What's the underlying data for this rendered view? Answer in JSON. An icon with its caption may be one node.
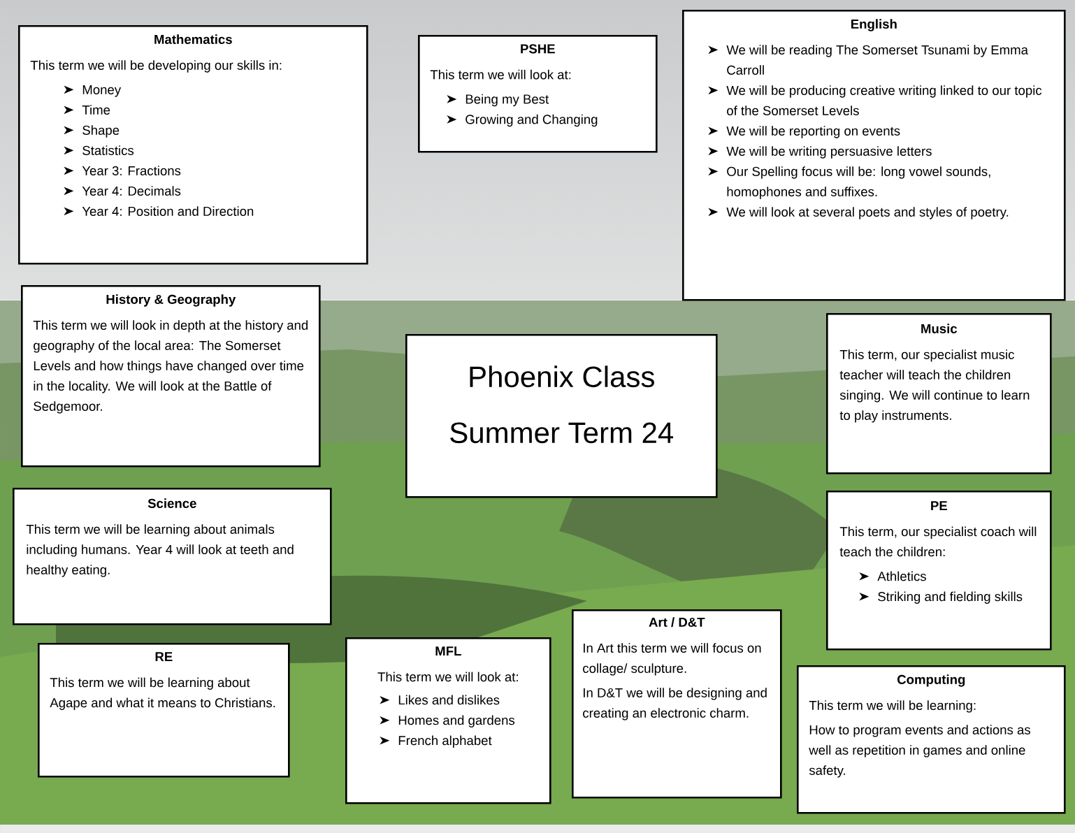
{
  "diagram": {
    "nodes": [
      {
        "text": [
          "Mathematics",
          "This term we will be developing our skills in:",
          "Money",
          "Time",
          "Shape",
          "Statistics",
          "Year 3: Fractions",
          "Year 4: Decimals",
          "Year 4: Position and Direction"
        ]
      },
      {
        "text": [
          "PSHE",
          "This term we will look at:",
          "Being my Best",
          "Growing and Changing"
        ]
      },
      {
        "text": [
          "English",
          "We will be reading The Somerset Tsunami by Emma Carroll",
          "We will be producing creative writing linked to our topic of the Somerset Levels",
          "We will be reporting on events",
          "We will be writing persuasive letters",
          "Our Spelling focus will be: long vowel sounds, homophones and suffixes.",
          "We will look at several poets and styles of poetry."
        ]
      },
      {
        "text": [
          "History & Geography",
          "This term we will look in depth at the history and geography of the local area: The Somerset Levels and how things have changed over time in the locality. We will look at the Battle of Sedgemoor."
        ]
      },
      {
        "text": [
          "Phoenix Class",
          "Summer Term 24"
        ]
      },
      {
        "text": [
          "Music",
          "This term, our specialist music teacher will teach the children singing. We will continue to learn to play instruments."
        ]
      },
      {
        "text": [
          "Science",
          "This term we will be learning about animals including humans. Year 4 will look at teeth and healthy eating."
        ]
      },
      {
        "text": [
          "PE",
          "This term, our specialist coach will teach the children:",
          "Athletics",
          "Striking and fielding skills"
        ]
      },
      {
        "text": [
          "RE",
          "This term we will be learning about Agape and what it means to Christians."
        ]
      },
      {
        "text": [
          "MFL",
          "This term we will look at:",
          "Likes and dislikes",
          "Homes and gardens",
          "French alphabet"
        ]
      },
      {
        "text": [
          "Art / D&T",
          "In Art this term we will focus on collage/ sculpture.",
          "In D&T we will be designing and creating an electronic charm."
        ]
      },
      {
        "text": [
          "Computing",
          "This term we will be learning:",
          "How to program events and actions as well as repetition in games and online safety."
        ]
      }
    ]
  }
}
